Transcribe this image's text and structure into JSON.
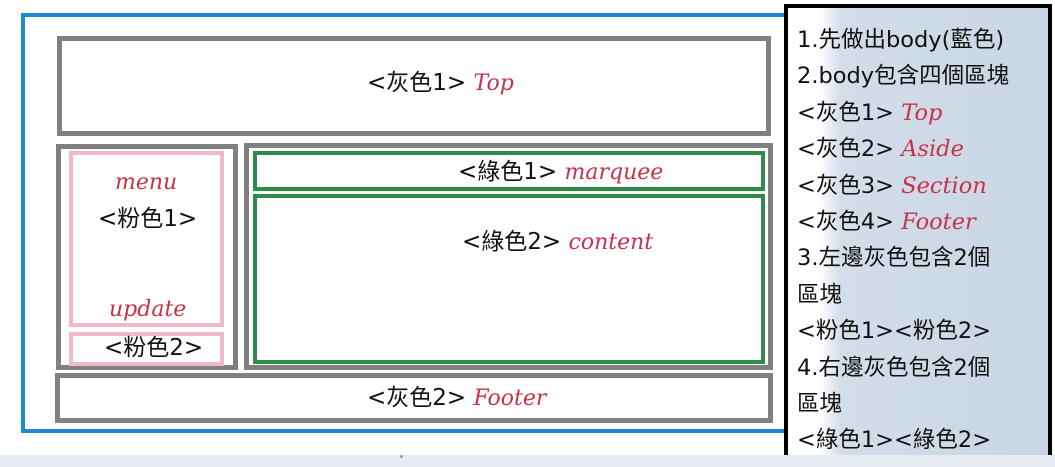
{
  "diagram": {
    "top": {
      "tag": "<灰色1>",
      "name": "Top"
    },
    "aside": {
      "pink1": {
        "caption": "menu",
        "tag": "<粉色1>",
        "footer_caption": "update"
      },
      "pink2": {
        "tag": "<粉色2>"
      }
    },
    "section": {
      "green1": {
        "tag": "<綠色1>",
        "name": "marquee"
      },
      "green2": {
        "tag": "<綠色2>",
        "name": "content"
      }
    },
    "footer": {
      "tag": "<灰色2>",
      "name": "Footer"
    },
    "colors": {
      "body_border": "#1a8bd0",
      "gray": "#808080",
      "green": "#2e8b4a",
      "pink": "#f2b8c6",
      "label_red": "#c8324a"
    }
  },
  "notes": {
    "l1": "1.先做出body(藍色)",
    "l2": "2.body包含四個區塊",
    "l3_tag": "<灰色1>",
    "l3_name": "Top",
    "l4_tag": "<灰色2>",
    "l4_name": "Aside",
    "l5_tag": "<灰色3>",
    "l5_name": "Section",
    "l6_tag": "<灰色4>",
    "l6_name": "Footer",
    "l7": "3.左邊灰色包含2個",
    "l8": "區塊",
    "l9": "<粉色1><粉色2>",
    "l10": "4.右邊灰色包含2個",
    "l11": "區塊",
    "l12": "<綠色1><綠色2>"
  }
}
